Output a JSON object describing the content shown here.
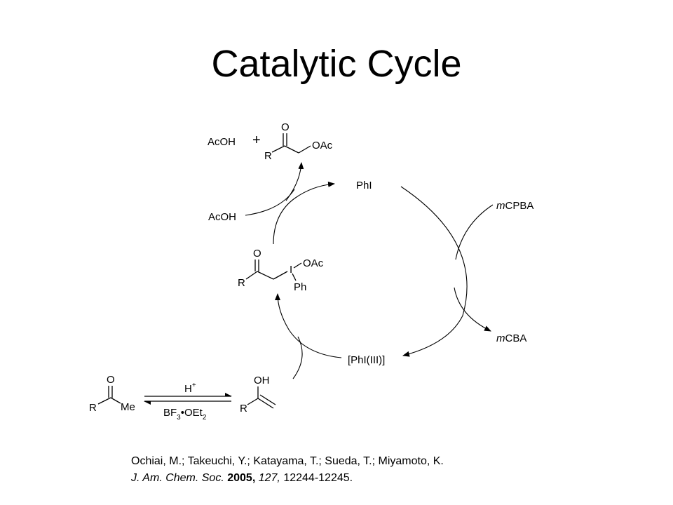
{
  "title": "Catalytic Cycle",
  "scheme": {
    "acoh_top": "AcOH",
    "plus": "+",
    "product_o": "O",
    "product_r": "R",
    "product_oac": "OAc",
    "phi": "PhI",
    "mcpba_prefix": "m",
    "mcpba_rest": "CPBA",
    "acoh_mid": "AcOH",
    "iodo_o": "O",
    "iodo_r": "R",
    "iodo_i": "I",
    "iodo_oac": "OAc",
    "iodo_ph": "Ph",
    "mcba_prefix": "m",
    "mcba_rest": "CBA",
    "phi3": "[PhI(III)]",
    "ketone_o": "O",
    "ketone_r": "R",
    "ketone_me": "Me",
    "acid": "H",
    "acid_sup": "+",
    "bf3_a": "BF",
    "bf3_sub": "3",
    "bf3_b": "•OEt",
    "bf3_sub2": "2",
    "enol_oh": "OH",
    "enol_r": "R"
  },
  "citation": {
    "authors": "Ochiai, M.; Takeuchi, Y.; Katayama, T.; Sueda, T.; Miyamoto, K.",
    "journal": "J. Am. Chem. Soc.",
    "year": "2005,",
    "volume": "127,",
    "pages": "12244-12245."
  }
}
